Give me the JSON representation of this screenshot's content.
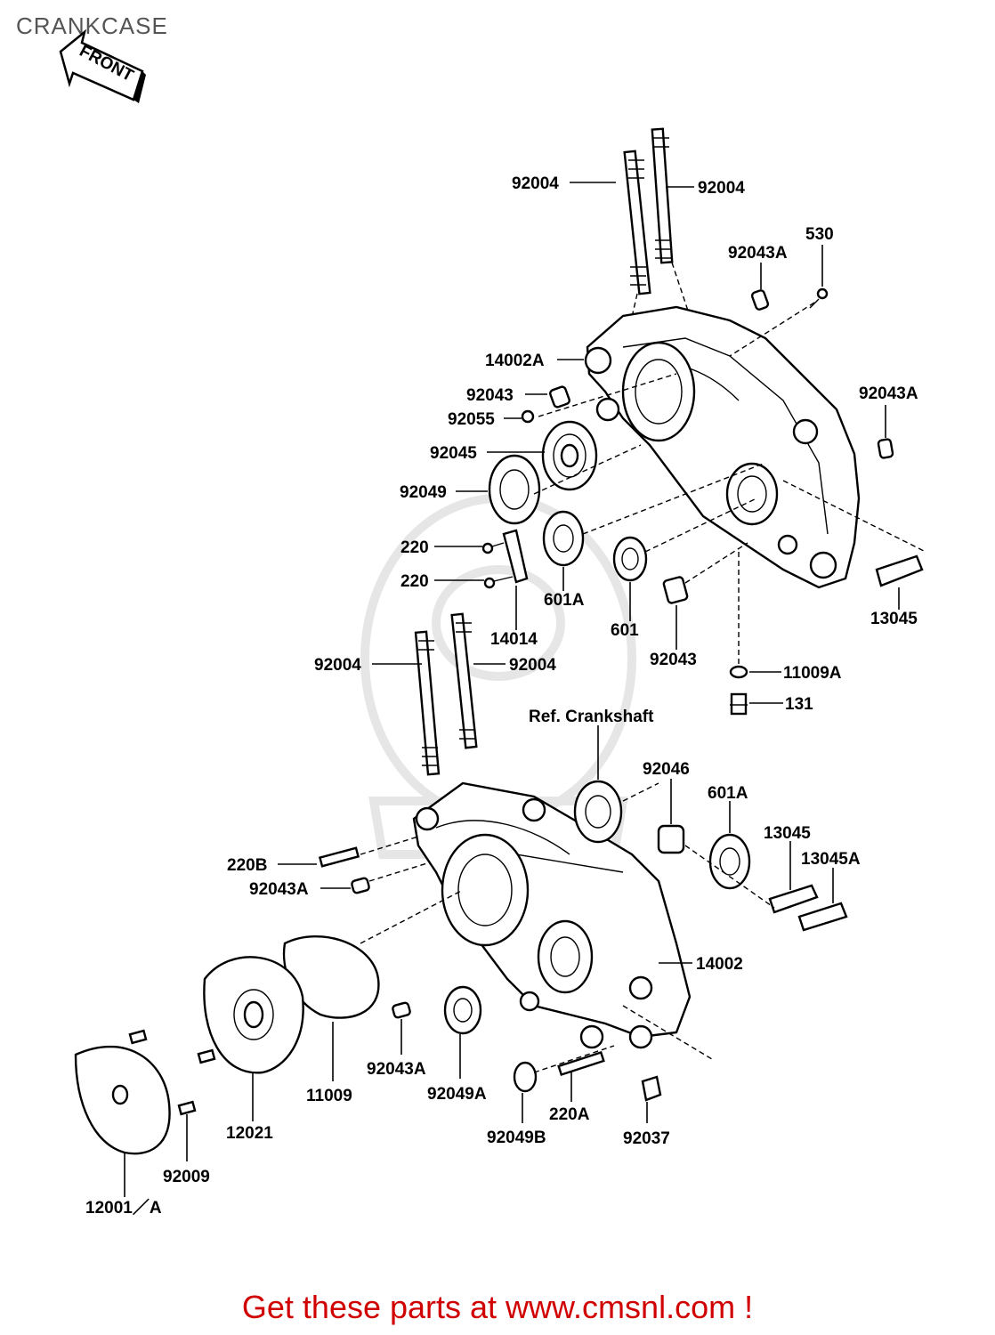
{
  "title": "CRANKCASE",
  "front_arrow": "FRONT",
  "footer": "Get these parts at www.cmsnl.com !",
  "labels": {
    "l92004a": "92004",
    "l92004b": "92004",
    "l530": "530",
    "l92043A_top": "92043A",
    "l14002A": "14002A",
    "l92043_top": "92043",
    "l92055": "92055",
    "l92045": "92045",
    "l92049": "92049",
    "l92043A_right": "92043A",
    "l220a": "220",
    "l220b": "220",
    "l14014": "14014",
    "l601A_top": "601A",
    "l601": "601",
    "l92043_mid": "92043",
    "l13045_top": "13045",
    "l11009A": "11009A",
    "l131": "131",
    "l92004c": "92004",
    "l92004d": "92004",
    "l_ref_crank": "Ref. Crankshaft",
    "l92046": "92046",
    "l601A_bot": "601A",
    "l13045_bot": "13045",
    "l13045A": "13045A",
    "l220B": "220B",
    "l92043A_left": "92043A",
    "l14002": "14002",
    "l11009": "11009",
    "l12021": "12021",
    "l92043A_bot": "92043A",
    "l92049A": "92049A",
    "l220A": "220A",
    "l92049B": "92049B",
    "l92037": "92037",
    "l92009": "92009",
    "l12001A": "12001／A"
  }
}
